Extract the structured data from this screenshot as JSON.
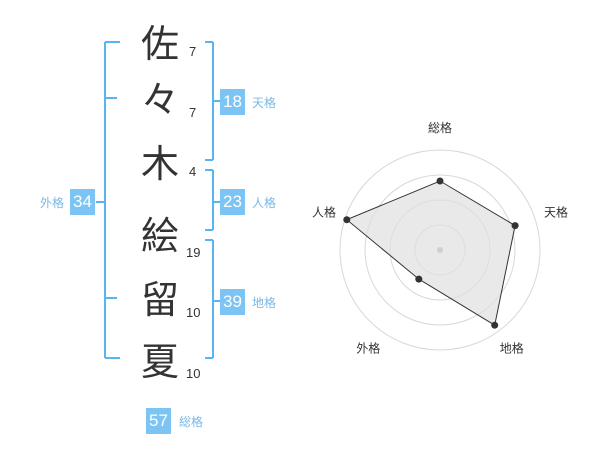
{
  "name": {
    "chars": [
      {
        "char": "佐",
        "strokes": "7"
      },
      {
        "char": "々",
        "strokes": "7"
      },
      {
        "char": "木",
        "strokes": "4"
      },
      {
        "char": "絵",
        "strokes": "19"
      },
      {
        "char": "留",
        "strokes": "10"
      },
      {
        "char": "夏",
        "strokes": "10"
      }
    ]
  },
  "scores": {
    "tenkaku": {
      "value": "18",
      "label": "天格"
    },
    "jinkaku": {
      "value": "23",
      "label": "人格"
    },
    "chikaku": {
      "value": "39",
      "label": "地格"
    },
    "gaikaku": {
      "value": "34",
      "label": "外格"
    },
    "soukaku": {
      "value": "57",
      "label": "総格"
    }
  },
  "colors": {
    "accent": "#5ab4f0",
    "accent_box": "#7cc4f4",
    "label": "#7ab8e6",
    "text": "#333333",
    "radar_ring": "#d8d8d8",
    "radar_fill": "#e0e0e0",
    "radar_line": "#333333"
  },
  "chart_data": {
    "type": "radar",
    "axes": [
      "総格",
      "天格",
      "地格",
      "外格",
      "人格"
    ],
    "values": [
      0.69,
      0.79,
      0.93,
      0.36,
      0.98
    ],
    "scale": [
      0,
      1
    ],
    "rings": 4
  }
}
